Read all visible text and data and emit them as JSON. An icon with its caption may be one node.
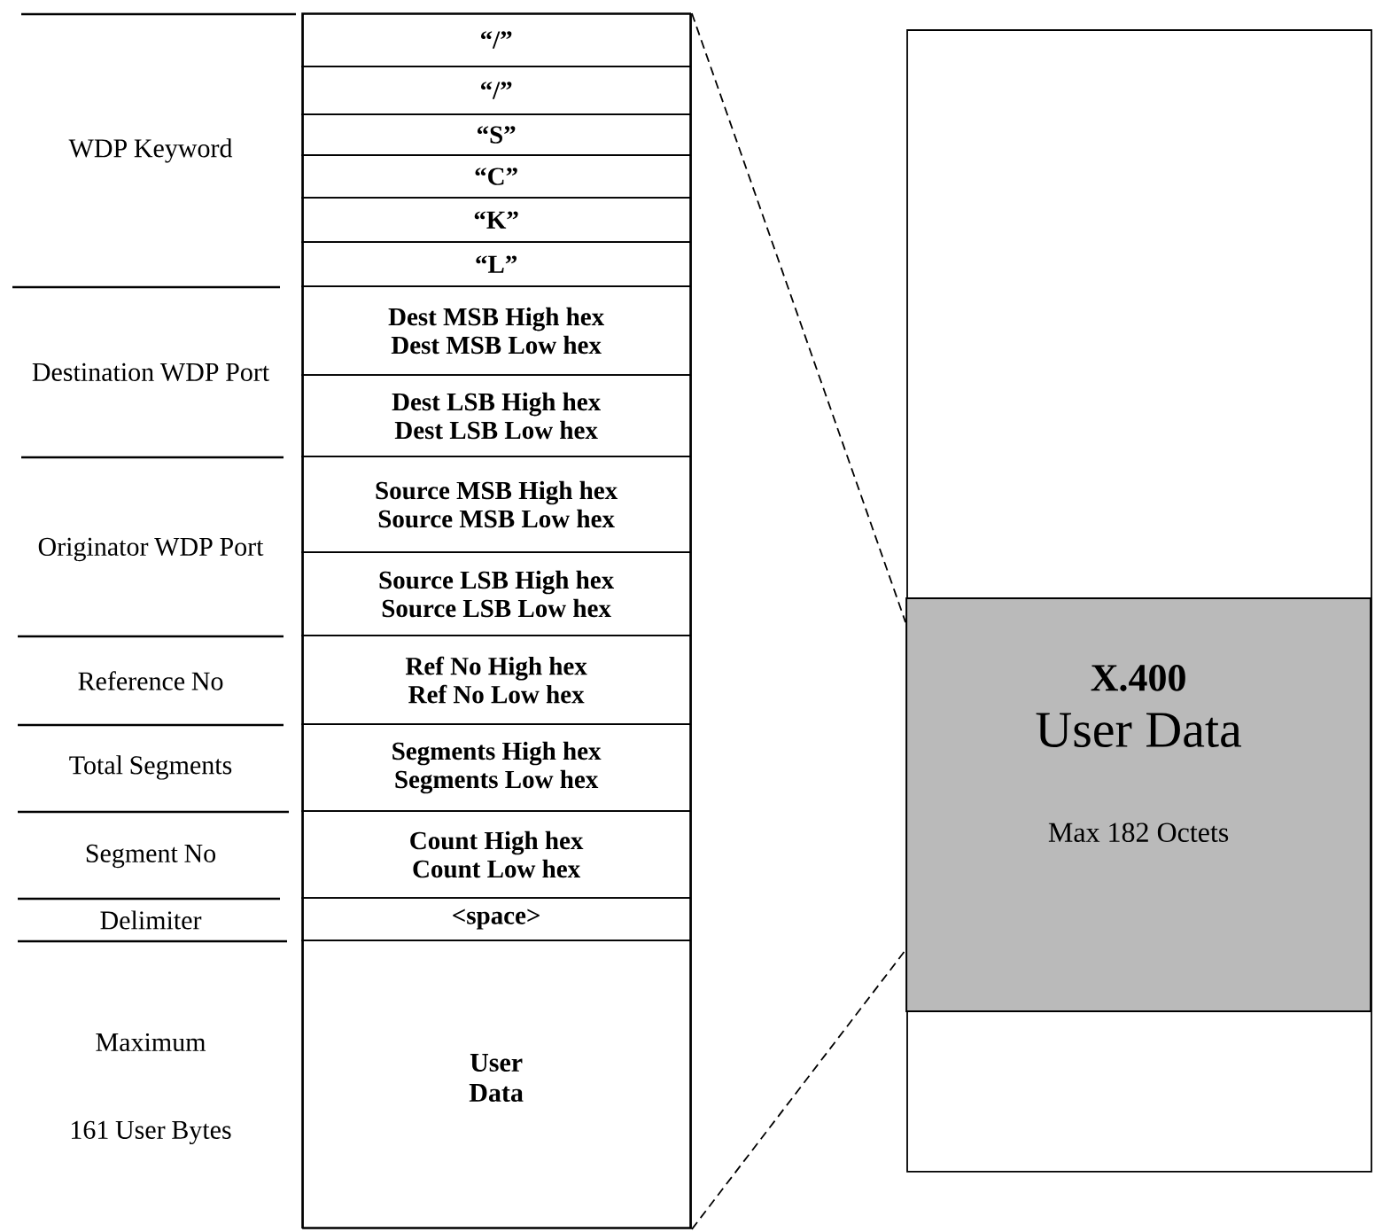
{
  "diagram": {
    "nodes": [
      {
        "text": [],
        "shape": "box"
      },
      {
        "text": [
          "“/”"
        ],
        "in": 0
      },
      {
        "text": [
          "“/”"
        ],
        "in": 0
      },
      {
        "text": [
          "“S”"
        ],
        "in": 0
      },
      {
        "text": [
          "“C”"
        ],
        "in": 0
      },
      {
        "text": [
          "“K”"
        ],
        "in": 0
      },
      {
        "text": [
          "“L”"
        ],
        "in": 0
      },
      {
        "text": [
          "Dest MSB High hex",
          "Dest MSB Low hex"
        ],
        "in": 0
      },
      {
        "text": [
          "Dest LSB High hex",
          "Dest LSB Low hex"
        ],
        "in": 0
      },
      {
        "text": [
          "Source MSB High hex",
          "Source MSB Low hex"
        ],
        "in": 0
      },
      {
        "text": [
          "Source LSB High hex",
          "Source LSB Low hex"
        ],
        "in": 0
      },
      {
        "text": [
          "Ref No High hex",
          "Ref No Low hex"
        ],
        "in": 0
      },
      {
        "text": [
          "Segments High hex",
          "Segments Low hex"
        ],
        "in": 0
      },
      {
        "text": [
          "Count High hex",
          "Count Low hex"
        ],
        "in": 0
      },
      {
        "text": [
          "<space>"
        ],
        "in": 0
      },
      {
        "text": [
          "User Data"
        ],
        "in": 0
      },
      {
        "text": [],
        "shape": "box"
      },
      {
        "text": [
          "X.400",
          "User Data",
          "Max 182 Octets"
        ],
        "in": 16
      }
    ],
    "edges": [
      {
        "from": 0,
        "to": 17,
        "arrow": "none",
        "style": "dashed"
      },
      {
        "from": 0,
        "to": 17,
        "arrow": "none",
        "style": "dashed"
      }
    ],
    "labels": [
      "WDP Keyword",
      "Destination WDP Port",
      "Originator WDP Port",
      "Reference No",
      "Total Segments",
      "Segment No",
      "Delimiter",
      "Maximum",
      "161 User Bytes"
    ]
  }
}
